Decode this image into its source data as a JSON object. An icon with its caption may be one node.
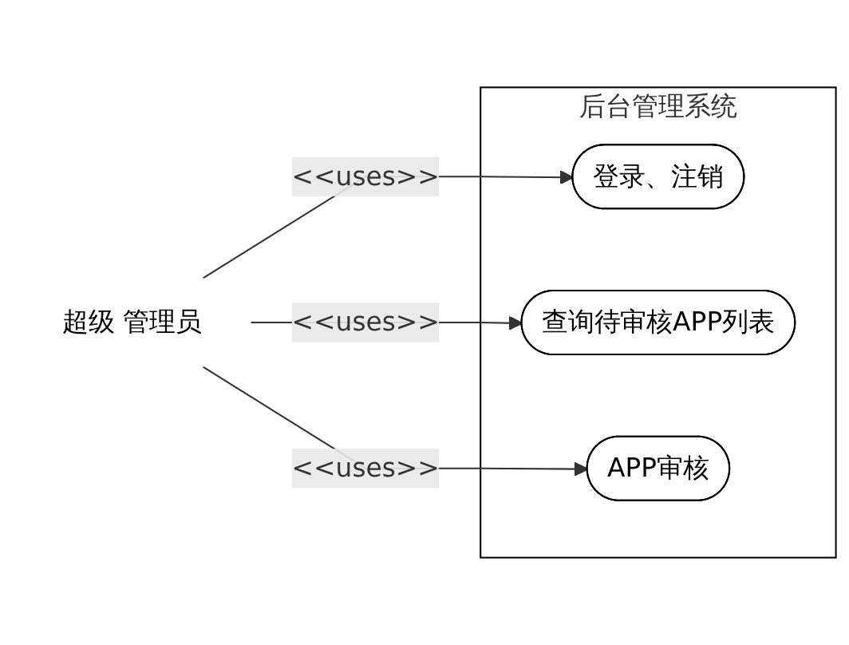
{
  "diagram": {
    "nodes": [
      {
        "text": [
          "超级 管理员"
        ]
      },
      {
        "text": [
          "后台管理系统"
        ]
      },
      {
        "text": [
          "登录、注销"
        ],
        "in": 1
      },
      {
        "text": [
          "查询待审核APP列表"
        ],
        "in": 1
      },
      {
        "text": [
          "APP审核"
        ],
        "in": 1
      }
    ],
    "edges": [
      {
        "from": 0,
        "to": 2,
        "arrow": "to",
        "label": "<<uses>>"
      },
      {
        "from": 0,
        "to": 3,
        "arrow": "to",
        "label": "<<uses>>"
      },
      {
        "from": 0,
        "to": 4,
        "arrow": "to",
        "label": "<<uses>>"
      }
    ]
  }
}
